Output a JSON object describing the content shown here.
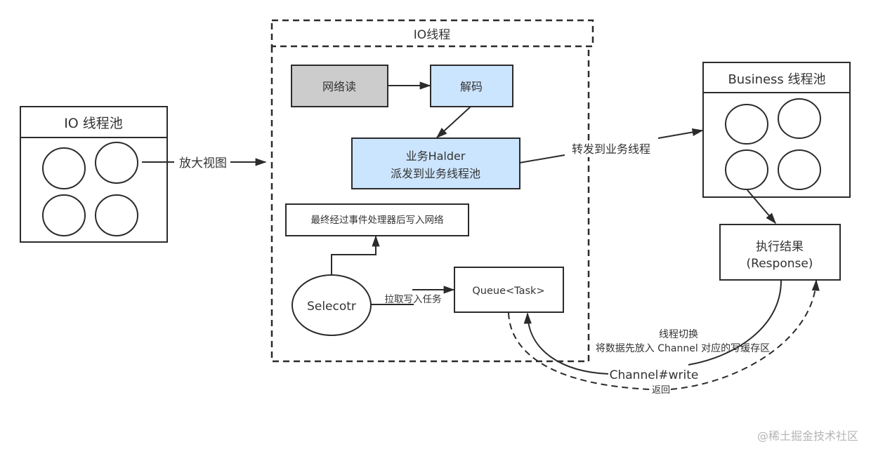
{
  "colors": {
    "stroke": "#2b2b2b",
    "text": "#333333",
    "grey_fill": "#cccccc",
    "blue_fill": "#cce5ff",
    "white_fill": "#ffffff",
    "watermark": "#b5b5b5"
  },
  "io_pool": {
    "title": "IO 线程池",
    "thread_count": 4
  },
  "zoom_edge_label": "放大视图",
  "io_thread_frame": {
    "title": "IO线程",
    "network_read": "网络读",
    "decode": "解码",
    "handler_line1": "业务Halder",
    "handler_line2": "派发到业务线程池",
    "final_write": "最终经过事件处理器后写入网络",
    "selector": "Selecotr",
    "pull_task_label": "拉取写入任务",
    "queue": "Queue<Task>"
  },
  "forward_edge_label": "转发到业务线程",
  "business_pool": {
    "title": "Business 线程池",
    "thread_count": 4
  },
  "result": {
    "line1": "执行结果",
    "line2": "(Response)"
  },
  "switch_label_line1": "线程切换",
  "switch_label_line2": "将数据先放入 Channel 对应的写缓存区",
  "channel_write_label": "Channel#write",
  "return_label": "返回",
  "watermark": "@稀土掘金技术社区"
}
